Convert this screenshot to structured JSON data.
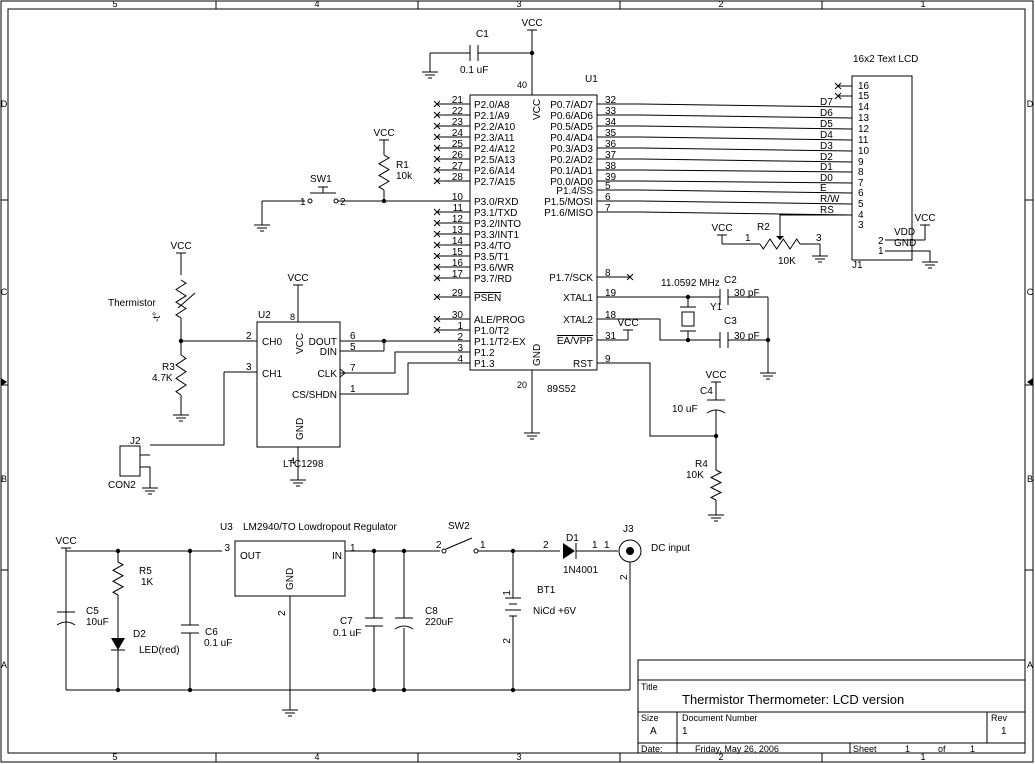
{
  "border": {
    "cols": [
      "5",
      "4",
      "3",
      "2",
      "1"
    ],
    "rows": [
      "D",
      "C",
      "B",
      "A"
    ]
  },
  "title_block": {
    "title_label": "Title",
    "title": "Thermistor Thermometer: LCD version",
    "size_label": "Size",
    "size": "A",
    "docnum_label": "Document Number",
    "docnum": "1",
    "rev_label": "Rev",
    "rev": "1",
    "date_label": "Date:",
    "date": "Friday, May 26, 2006",
    "sheet_label": "Sheet",
    "sheet": "1",
    "of_label": "of",
    "sheet_total": "1"
  },
  "u1": {
    "ref": "U1",
    "part": "89S52",
    "vcc_pin": "40",
    "gnd_pin": "20",
    "vcc_label": "VCC",
    "gnd_label": "GND",
    "left_pins": [
      {
        "num": "21",
        "name": "P2.0/A8"
      },
      {
        "num": "22",
        "name": "P2.1/A9"
      },
      {
        "num": "23",
        "name": "P2.2/A10"
      },
      {
        "num": "24",
        "name": "P2.3/A11"
      },
      {
        "num": "25",
        "name": "P2.4/A12"
      },
      {
        "num": "26",
        "name": "P2.5/A13"
      },
      {
        "num": "27",
        "name": "P2.6/A14"
      },
      {
        "num": "28",
        "name": "P2.7/A15"
      },
      {
        "num": "10",
        "name": "P3.0/RXD"
      },
      {
        "num": "11",
        "name": "P3.1/TXD"
      },
      {
        "num": "12",
        "name": "P3.2/INTO"
      },
      {
        "num": "13",
        "name": "P3.3/INT1"
      },
      {
        "num": "14",
        "name": "P3.4/TO"
      },
      {
        "num": "15",
        "name": "P3.5/T1"
      },
      {
        "num": "16",
        "name": "P3.6/WR"
      },
      {
        "num": "17",
        "name": "P3.7/RD"
      },
      {
        "num": "29",
        "name": "PSEN"
      },
      {
        "num": "30",
        "name": "ALE/PROG"
      },
      {
        "num": "1",
        "name": "P1.0/T2"
      },
      {
        "num": "2",
        "name": "P1.1/T2-EX"
      },
      {
        "num": "3",
        "name": "P1.2"
      },
      {
        "num": "4",
        "name": "P1.3"
      }
    ],
    "right_pins": [
      {
        "num": "32",
        "name": "P0.7/AD7"
      },
      {
        "num": "33",
        "name": "P0.6/AD6"
      },
      {
        "num": "34",
        "name": "P0.5/AD5"
      },
      {
        "num": "35",
        "name": "P0.4/AD4"
      },
      {
        "num": "36",
        "name": "P0.3/AD3"
      },
      {
        "num": "37",
        "name": "P0.2/AD2"
      },
      {
        "num": "38",
        "name": "P0.1/AD1"
      },
      {
        "num": "39",
        "name": "P0.0/AD0"
      },
      {
        "num": "5",
        "name": "P1.4/SS"
      },
      {
        "num": "6",
        "name": "P1.5/MOSI"
      },
      {
        "num": "7",
        "name": "P1.6/MISO"
      },
      {
        "num": "8",
        "name": "P1.7/SCK"
      },
      {
        "num": "19",
        "name": "XTAL1"
      },
      {
        "num": "18",
        "name": "XTAL2"
      },
      {
        "num": "31",
        "name": "EA/VPP"
      },
      {
        "num": "9",
        "name": "RST"
      }
    ]
  },
  "lcd": {
    "title": "16x2 Text LCD",
    "ref": "J1",
    "pins": [
      "16",
      "15",
      "14",
      "13",
      "12",
      "11",
      "10",
      "9",
      "8",
      "7",
      "6",
      "5",
      "4",
      "3"
    ],
    "signals": [
      "",
      "",
      "D7",
      "D6",
      "D5",
      "D4",
      "D3",
      "D2",
      "D1",
      "D0",
      "E",
      "R/W",
      "RS",
      "",
      ""
    ],
    "pin2": "2",
    "pin1": "1",
    "vdd": "VDD",
    "gnd": "GND"
  },
  "u2": {
    "ref": "U2",
    "part": "LTC1298",
    "vcc_pin": "8",
    "gnd_pin": "4",
    "vcc_label": "VCC",
    "gnd_label": "GND",
    "ch0": "CH0",
    "ch1": "CH1",
    "ch0_pin": "2",
    "ch1_pin": "3",
    "dout": "DOUT",
    "din": "DIN",
    "clk": "CLK",
    "cs": "CS/SHDN",
    "dout_pin": "6",
    "din_pin": "5",
    "clk_pin": "7",
    "cs_pin": "1"
  },
  "u3": {
    "ref": "U3",
    "desc": "LM2940/TO Lowdropout Regulator",
    "out": "OUT",
    "in": "IN",
    "gnd": "GND",
    "out_pin": "3",
    "in_pin": "1",
    "gnd_pin": "2"
  },
  "parts": {
    "c1": {
      "ref": "C1",
      "value": "0.1 uF"
    },
    "c2": {
      "ref": "C2",
      "value": "30 pF"
    },
    "c3": {
      "ref": "C3",
      "value": "30 pF"
    },
    "c4": {
      "ref": "C4",
      "value": "10 uF"
    },
    "c5": {
      "ref": "C5",
      "value": "10uF"
    },
    "c6": {
      "ref": "C6",
      "value": "0.1 uF"
    },
    "c7": {
      "ref": "C7",
      "value": "0.1 uF"
    },
    "c8": {
      "ref": "C8",
      "value": "220uF"
    },
    "r1": {
      "ref": "R1",
      "value": "10k"
    },
    "r2": {
      "ref": "R2",
      "value": "10K"
    },
    "r3": {
      "ref": "R3",
      "value": "4.7K"
    },
    "r4": {
      "ref": "R4",
      "value": "10K"
    },
    "r5": {
      "ref": "R5",
      "value": "1K"
    },
    "y1": {
      "ref": "Y1",
      "value": "11.0592 MHz"
    },
    "sw1": {
      "ref": "SW1"
    },
    "sw2": {
      "ref": "SW2"
    },
    "d1": {
      "ref": "D1",
      "value": "1N4001"
    },
    "d2": {
      "ref": "D2",
      "value": "LED(red)"
    },
    "bt1": {
      "ref": "BT1",
      "value": "NiCd +6V"
    },
    "j2": {
      "ref": "J2",
      "value": "CON2"
    },
    "j3": {
      "ref": "J3",
      "value": "DC input"
    },
    "thermistor": {
      "label": "Thermistor",
      "t": "-t°"
    }
  },
  "vcc": "VCC"
}
